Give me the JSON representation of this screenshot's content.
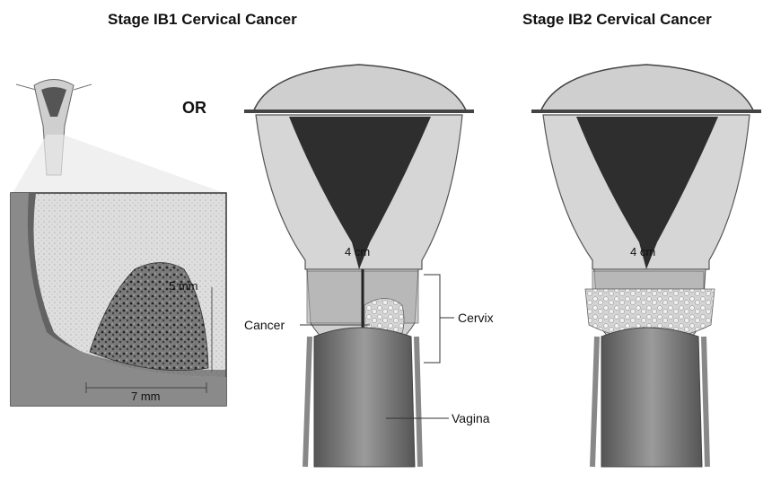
{
  "titles": {
    "left": "Stage IB1 Cervical Cancer",
    "right": "Stage IB2 Cervical Cancer"
  },
  "or_text": "OR",
  "inset": {
    "depth_label": "5 mm",
    "width_label": "7 mm"
  },
  "uterus_left": {
    "size_label": "4 cm",
    "cancer_label": "Cancer",
    "cervix_label": "Cervix",
    "vagina_label": "Vagina"
  },
  "uterus_right": {
    "size_label": "4 cm"
  },
  "colors": {
    "tissue": "#d9d9d9",
    "cavity": "#2e2e2e",
    "cancer_zone": "#a9a9a9",
    "line": "#333333"
  }
}
